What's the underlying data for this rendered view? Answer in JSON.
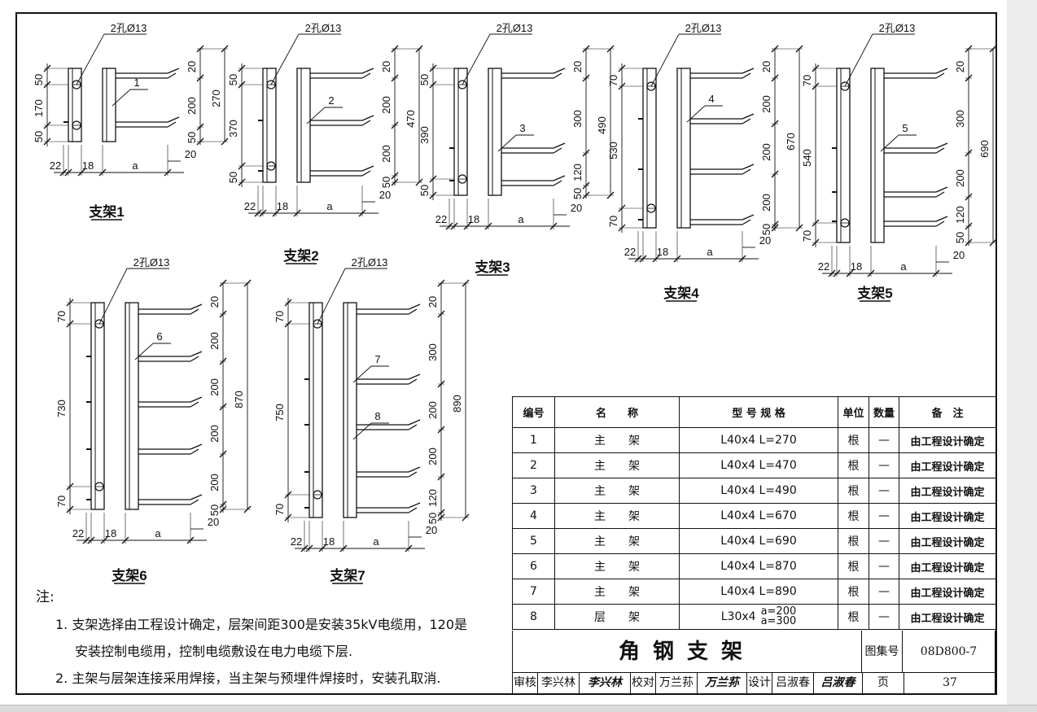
{
  "hole_spec": "2孔Ø13",
  "supports": [
    {
      "label": "支架1",
      "part_no": "1",
      "height": "170",
      "end_spacing": "50",
      "upper_spacing": "20",
      "tiers": [
        "200"
      ],
      "bottom": "50",
      "total": "270"
    },
    {
      "label": "支架2",
      "part_no": "2",
      "height": "370",
      "end_spacing": "50",
      "upper_spacing": "20",
      "tiers": [
        "200",
        "200"
      ],
      "bottom": "50",
      "total": "470"
    },
    {
      "label": "支架3",
      "part_no": "3",
      "height": "390",
      "end_spacing": "50",
      "upper_spacing": "20",
      "tiers": [
        "300",
        "120"
      ],
      "bottom": "50",
      "total": "490"
    },
    {
      "label": "支架4",
      "part_no": "4",
      "height": "530",
      "end_spacing": "70",
      "upper_spacing": "20",
      "tiers": [
        "200",
        "200",
        "200"
      ],
      "bottom": "50",
      "total": "670"
    },
    {
      "label": "支架5",
      "part_no": "5",
      "height": "540",
      "end_spacing": "70",
      "upper_spacing": "20",
      "tiers": [
        "300",
        "200",
        "120"
      ],
      "bottom": "50",
      "total": "690"
    },
    {
      "label": "支架6",
      "part_no": "6",
      "height": "730",
      "end_spacing": "70",
      "upper_spacing": "20",
      "tiers": [
        "200",
        "200",
        "200",
        "200"
      ],
      "bottom": "50",
      "total": "870"
    },
    {
      "label": "支架7",
      "part_no": "7",
      "part_no_2": "8",
      "height": "750",
      "end_spacing": "70",
      "upper_spacing": "20",
      "tiers": [
        "300",
        "200",
        "200",
        "120"
      ],
      "bottom": "50",
      "total": "890"
    }
  ],
  "bottom_dims": {
    "d22": "22",
    "d18": "18",
    "a": "a",
    "d20": "20"
  },
  "notes": {
    "title": "注:",
    "items": [
      {
        "num": "1.",
        "line1": "支架选择由工程设计确定，层架间距300是安装35kV电缆用，120是",
        "line2": "安装控制电缆用，控制电缆敷设在电力电缆下层."
      },
      {
        "num": "2.",
        "line1": "主架与层架连接采用焊接，当主架与预埋件焊接时，安装孔取消."
      }
    ]
  },
  "table": {
    "headers": [
      "编号",
      "名　　称",
      "型 号 规 格",
      "单位",
      "数量",
      "备　注"
    ],
    "rows": [
      {
        "no": "1",
        "name": "主　　架",
        "spec": "L40x4  L=270",
        "unit": "根",
        "qty": "—",
        "remark": "由工程设计确定"
      },
      {
        "no": "2",
        "name": "主　　架",
        "spec": "L40x4  L=470",
        "unit": "根",
        "qty": "—",
        "remark": "由工程设计确定"
      },
      {
        "no": "3",
        "name": "主　　架",
        "spec": "L40x4  L=490",
        "unit": "根",
        "qty": "—",
        "remark": "由工程设计确定"
      },
      {
        "no": "4",
        "name": "主　　架",
        "spec": "L40x4  L=670",
        "unit": "根",
        "qty": "—",
        "remark": "由工程设计确定"
      },
      {
        "no": "5",
        "name": "主　　架",
        "spec": "L40x4  L=690",
        "unit": "根",
        "qty": "—",
        "remark": "由工程设计确定"
      },
      {
        "no": "6",
        "name": "主　　架",
        "spec": "L40x4  L=870",
        "unit": "根",
        "qty": "—",
        "remark": "由工程设计确定"
      },
      {
        "no": "7",
        "name": "主　　架",
        "spec": "L40x4  L=890",
        "unit": "根",
        "qty": "—",
        "remark": "由工程设计确定"
      },
      {
        "no": "8",
        "name": "层　　架",
        "spec_main": "L30x4",
        "spec_a1": "a=200",
        "spec_a2": "a=300",
        "unit": "根",
        "qty": "—",
        "remark": "由工程设计确定"
      }
    ]
  },
  "title_block": {
    "title": "角钢支架",
    "atlas_label": "图集号",
    "atlas_no": "08D800-7",
    "review_label": "审核",
    "reviewer": "李兴林",
    "reviewer_sig": "李兴林",
    "check_label": "校对",
    "checker": "万兰荪",
    "checker_sig": "万兰荪",
    "design_label": "设计",
    "designer": "吕淑春",
    "designer_sig": "吕淑春",
    "page_label": "页",
    "page_no": "37"
  }
}
